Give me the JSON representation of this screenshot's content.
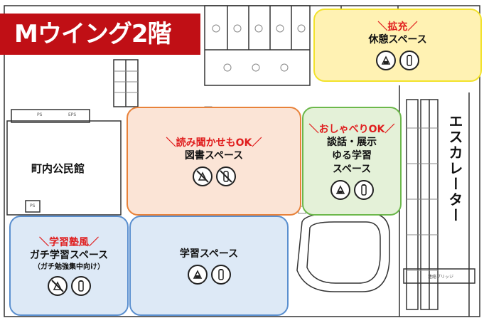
{
  "title": "Mウイング2階",
  "community_hall": "町内公民館",
  "escalator": "エスカレーター",
  "small_labels": {
    "ps_1": "PS",
    "ps_2": "EPS",
    "ps_3": "PS",
    "bridge": "連絡ブリッジ"
  },
  "zones": [
    {
      "id": "rest",
      "tag": "＼拡充／",
      "name": "休憩スペース",
      "sub": "",
      "icons": [
        "food-allowed",
        "drink-allowed"
      ],
      "fill": "#fff2b3",
      "border": "#f2e22c"
    },
    {
      "id": "library",
      "tag": "＼読み聞かせもOK／",
      "name": "図書スペース",
      "sub": "",
      "icons": [
        "food-not-allowed",
        "drink-not-allowed"
      ],
      "fill": "#fbe4d6",
      "border": "#e8823a"
    },
    {
      "id": "chat",
      "tag": "＼おしゃべりOK／",
      "name": "談話・展示\nゆる学習\nスペース",
      "sub": "",
      "icons": [
        "food-allowed",
        "drink-allowed"
      ],
      "fill": "#e4f1d8",
      "border": "#6cb84b"
    },
    {
      "id": "focus",
      "tag": "＼学習塾風／",
      "name": "ガチ学習スペース",
      "sub": "（ガチ勉強集中向け）",
      "icons": [
        "food-not-allowed",
        "drink-allowed"
      ],
      "fill": "#dde9f6",
      "border": "#5a8fcf"
    },
    {
      "id": "study",
      "tag": "",
      "name": "学習スペース",
      "sub": "",
      "icons": [
        "food-allowed",
        "drink-allowed"
      ],
      "fill": "#dde9f6",
      "border": "#5a8fcf"
    }
  ]
}
